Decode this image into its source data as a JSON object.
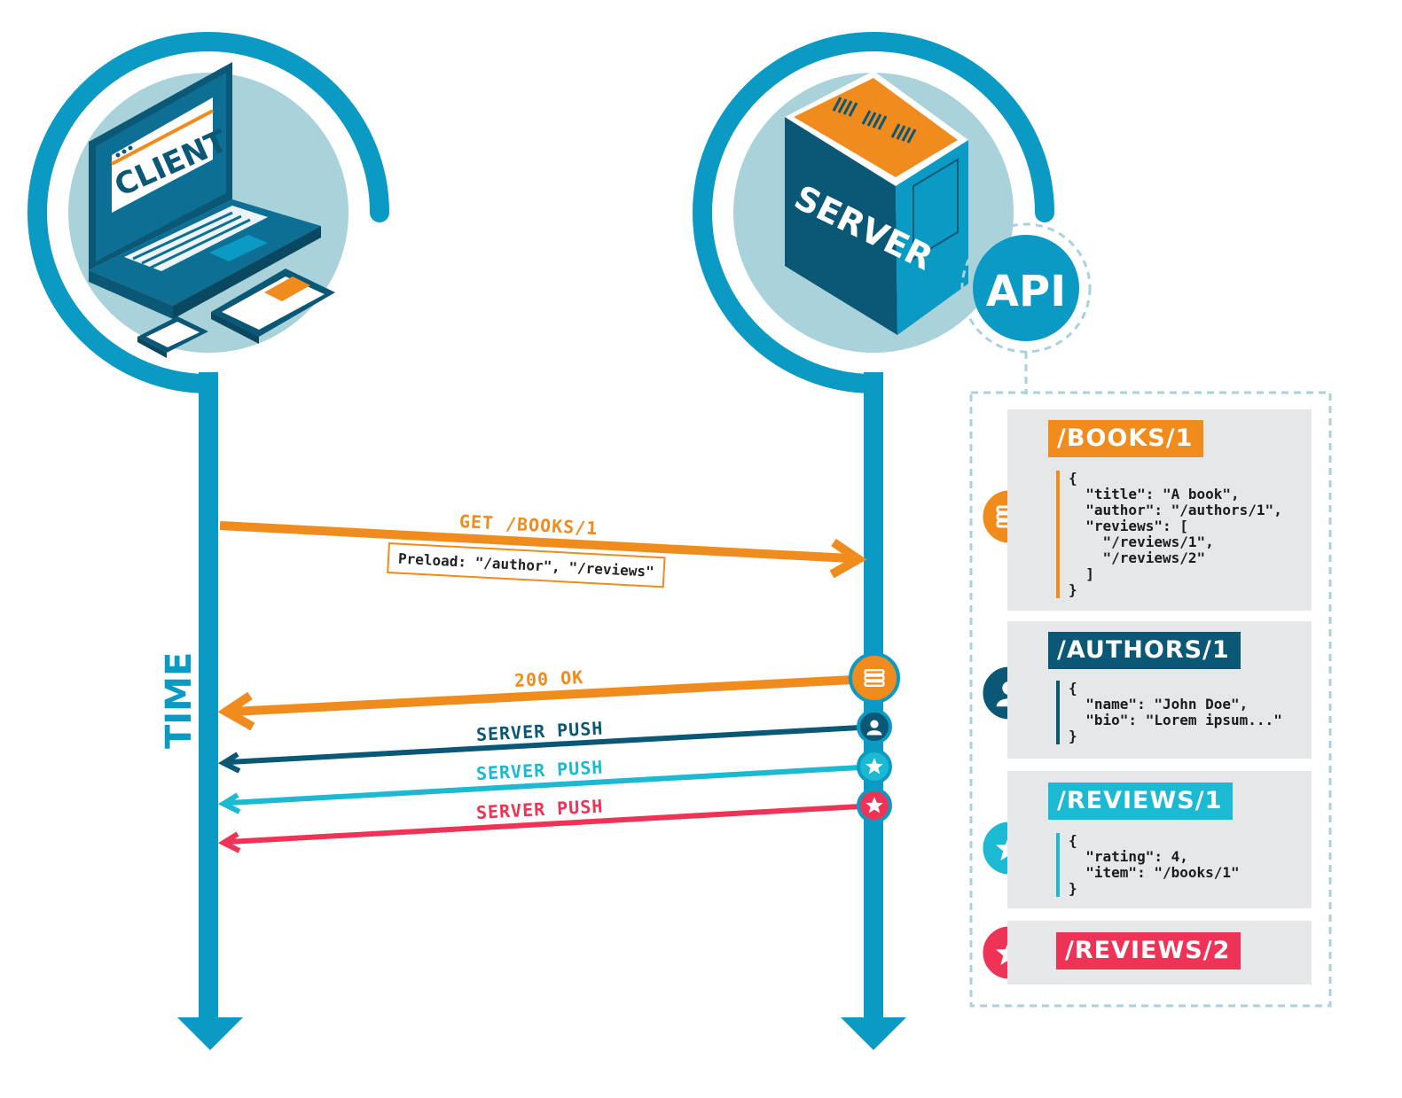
{
  "client": {
    "screen_label": "CLIENT"
  },
  "server": {
    "label": "SERVER",
    "api_label": "API"
  },
  "time_label": "TIME",
  "request": {
    "label": "GET /BOOKS/1",
    "preload": "Preload: \"/author\", \"/reviews\""
  },
  "responses": [
    {
      "label": "200 OK",
      "color": "#f08b1d"
    },
    {
      "label": "SERVER PUSH",
      "color": "#0b5876"
    },
    {
      "label": "SERVER PUSH",
      "color": "#1bb9d2"
    },
    {
      "label": "SERVER PUSH",
      "color": "#ef3356"
    }
  ],
  "resources": [
    {
      "path": "/BOOKS/1",
      "color": "#f08b1d",
      "icon": "books-stack-icon",
      "code": "{\n  \"title\": \"A book\",\n  \"author\": \"/authors/1\",\n  \"reviews\": [\n    \"/reviews/1\",\n    \"/reviews/2\"\n  ]\n}"
    },
    {
      "path": "/AUTHORS/1",
      "color": "#0b5876",
      "icon": "user-icon",
      "code": "{\n  \"name\": \"John Doe\",\n  \"bio\": \"Lorem ipsum...\"\n}"
    },
    {
      "path": "/REVIEWS/1",
      "color": "#1bb9d2",
      "icon": "star-icon",
      "code": "{\n  \"rating\": 4,\n  \"item\": \"/books/1\"\n}"
    },
    {
      "path": "/REVIEWS/2",
      "color": "#ef3356",
      "icon": "star-icon",
      "code": ""
    }
  ],
  "colors": {
    "timeline": "#0b9ac4",
    "circle_fill": "#a9d2da",
    "orange": "#f08b1d",
    "dark_blue": "#0b5876",
    "cyan": "#1bb9d2",
    "red": "#ef3356"
  }
}
